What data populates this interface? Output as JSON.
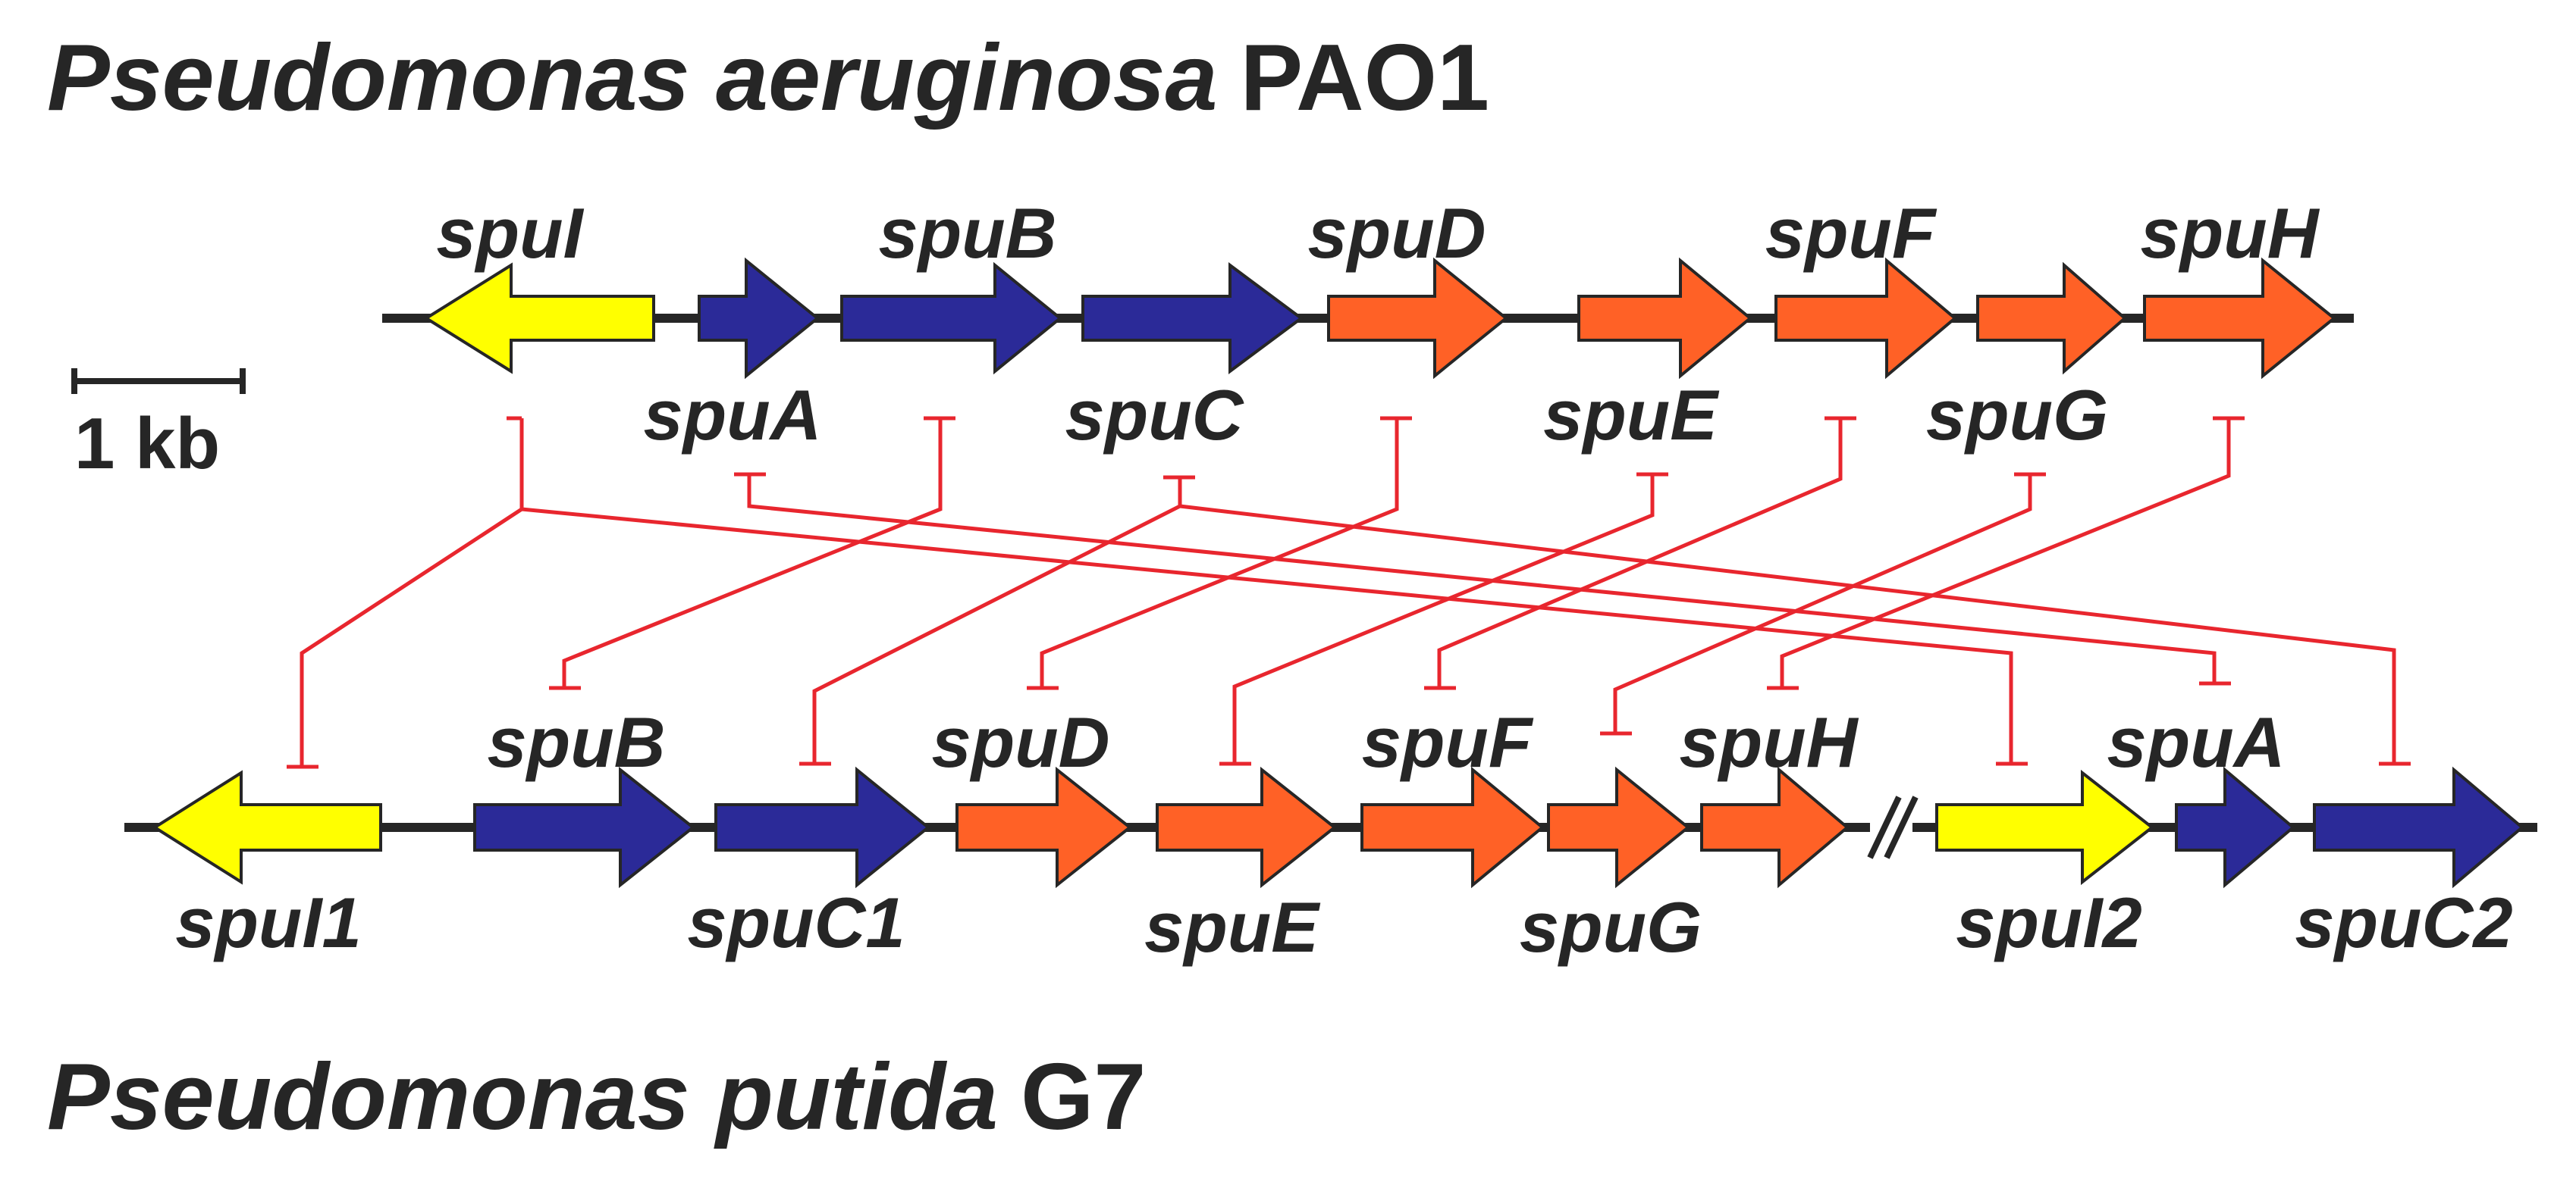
{
  "title_top_italic": "Pseudomonas aeruginosa",
  "title_top_roman": "PAO1",
  "title_bottom_italic": "Pseudomonas putida",
  "title_bottom_roman": "G7",
  "scale_bar": "1 kb",
  "colors": {
    "spuI": "#ffff00",
    "spuABC": "#2b2a98",
    "spuDEFGH": "#ff6126",
    "homology_lines": "#e8262e",
    "chromosome": "#262626"
  },
  "pao1_genes": [
    "spuI",
    "spuA",
    "spuB",
    "spuC",
    "spuD",
    "spuE",
    "spuF",
    "spuG",
    "spuH"
  ],
  "g7_genes": [
    "spuI1",
    "spuB",
    "spuC1",
    "spuD",
    "spuE",
    "spuF",
    "spuG",
    "spuH",
    "spuI2",
    "spuA",
    "spuC2"
  ],
  "g7_labels": {
    "spuI1": "spuI1",
    "spuB": "spuB",
    "spuC1": "spuC1",
    "spuD": "spuD",
    "spuE": "spuE",
    "spuF": "spuF",
    "spuG": "spuG",
    "spuH": "spuH",
    "spuI2": "spuI2",
    "spuA": "spuA",
    "spuC2": "spuC2"
  },
  "homology_pairs": [
    [
      "spuI",
      "spuI1"
    ],
    [
      "spuI",
      "spuI2"
    ],
    [
      "spuA",
      "spuA"
    ],
    [
      "spuB",
      "spuB"
    ],
    [
      "spuC",
      "spuC1"
    ],
    [
      "spuC",
      "spuC2"
    ],
    [
      "spuD",
      "spuD"
    ],
    [
      "spuE",
      "spuE"
    ],
    [
      "spuF",
      "spuF"
    ],
    [
      "spuG",
      "spuG"
    ],
    [
      "spuH",
      "spuH"
    ]
  ]
}
